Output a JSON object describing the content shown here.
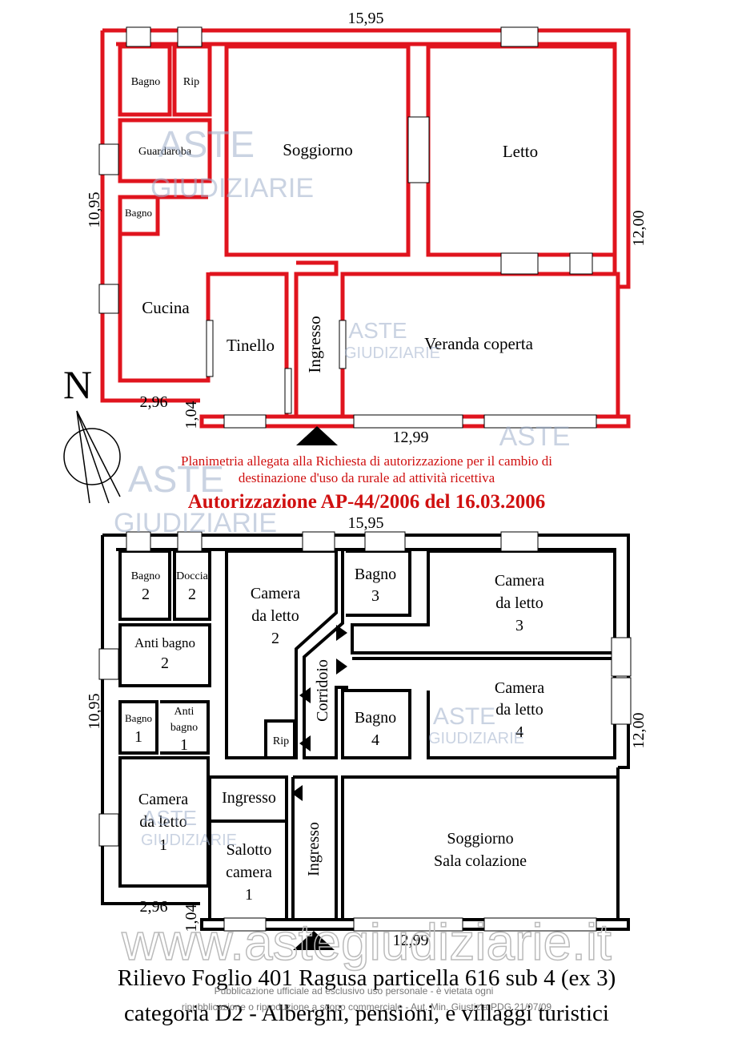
{
  "watermark": {
    "brand_top": "ASTE",
    "brand_bottom": "GIUDIZIARIE",
    "website": "www.astegiudiziarie.it",
    "notice_line1": "Pubblicazione ufficiale ad esclusivo uso personale - è vietata ogni",
    "notice_line2": "ripubblicazione o riproduzione a scopo commerciale - Aut. Min. Giustizia PDG 21/07/09"
  },
  "colors": {
    "original_walls": "#e0141e",
    "caption_red": "#d01010",
    "new_walls": "#000000"
  },
  "original_plan": {
    "dims": {
      "top": "15,95",
      "left": "10,95",
      "right": "12,00",
      "bottom": "12,99",
      "step_h": "2,96",
      "step_v": "1,04"
    },
    "rooms": {
      "bagno_a": "Bagno",
      "ripostiglio": "Rip",
      "guardaroba": "Guardaroba",
      "bagno_b": "Bagno",
      "soggiorno": "Soggiorno",
      "letto": "Letto",
      "cucina": "Cucina",
      "tinello": "Tinello",
      "ingresso": "Ingresso",
      "veranda": "Veranda coperta"
    }
  },
  "north_label": "N",
  "caption": {
    "line1": "Planimetria allegata alla Richiesta di autorizzazione per il cambio di",
    "line2": "destinazione d'uso da rurale ad attività ricettiva",
    "line3": "Autorizzazione AP-44/2006 del 16.03.2006"
  },
  "new_plan": {
    "dims": {
      "top": "15,95",
      "left": "10,95",
      "right": "12,00",
      "bottom": "12,99",
      "step_h": "2,96",
      "step_v": "1,04"
    },
    "rooms": {
      "bagno2_a": "Bagno",
      "bagno2_b": "2",
      "doccia2_a": "Doccia",
      "doccia2_b": "2",
      "antibagno2_a": "Anti bagno",
      "antibagno2_b": "2",
      "bagno1_a": "Bagno",
      "bagno1_b": "1",
      "antibagno1_a": "Anti",
      "antibagno1_b": "bagno",
      "antibagno1_c": "1",
      "camera1_a": "Camera",
      "camera1_b": "da letto",
      "camera1_c": "1",
      "camera2_a": "Camera",
      "camera2_b": "da letto",
      "camera2_c": "2",
      "rip": "Rip",
      "corridoio": "Corridoio",
      "bagno3_a": "Bagno",
      "bagno3_b": "3",
      "camera3_a": "Camera",
      "camera3_b": "da letto",
      "camera3_c": "3",
      "bagno4_a": "Bagno",
      "bagno4_b": "4",
      "camera4_a": "Camera",
      "camera4_b": "da letto",
      "camera4_c": "4",
      "ingresso_small": "Ingresso",
      "salotto_a": "Salotto",
      "salotto_b": "camera",
      "salotto_c": "1",
      "ingresso": "Ingresso",
      "soggiorno_a": "Soggiorno",
      "soggiorno_b": "Sala colazione"
    }
  },
  "footer": {
    "line1": "Rilievo Foglio 401 Ragusa particella 616 sub 4 (ex 3)",
    "line2": "categoria D2 - Alberghi, pensioni, e villaggi turistici"
  }
}
